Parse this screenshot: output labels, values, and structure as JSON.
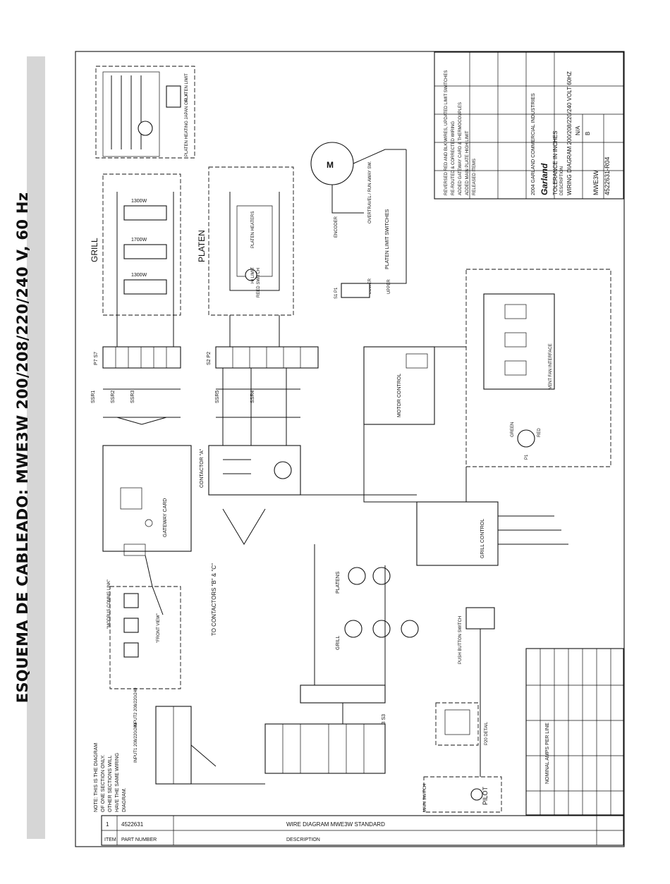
{
  "page": {
    "title": "ESQUEMA DE CABLEADO: MWE3W 200/208/220/240 V, 60 Hz"
  },
  "sections": {
    "grill": "GRILL",
    "platen": "PLATEN",
    "pilot": "PILOT",
    "grill_heater_watts": [
      "1300W",
      "1700W",
      "1300W"
    ],
    "platen_heaters": "PLATEN HEATERS",
    "reed_switch": "REED SWITCH",
    "hi_limit": "HI LIMIT",
    "platen_limit_switches": "PLATEN LIMIT SWITCHES",
    "lower": "LOWER",
    "upper": "UPPER",
    "encoder": "ENCODER",
    "overtravel": "OVERTRAVEL / RUN AWAY SW.",
    "motor_control": "MOTOR CONTROL",
    "vent_fan_interface": "VENT FAN INTERFACE",
    "platen_limit_top": "PLATEN LIMIT",
    "japan_only": "PLATEN HEATING JAPAN ONLY",
    "contactor": "CONTACTOR \"A\"",
    "gateway_card": "GATEWAY CARD",
    "grill_control": "GRILL CONTROL",
    "to_contactors": "TO CONTACTORS \"B\" & \"C\"",
    "modbus": "\"MODBUS COMMS LINK\"",
    "front_view": "\"FRONT VIEW\"",
    "push_button": "PUSH BUTTON SWITCH",
    "p20_detail": "P20 DETAIL",
    "input1": "INPUT1 208/220/240",
    "input2": "INPUT2 208/220/240",
    "main_switch": "MAIN SWITCH",
    "green": "GREEN",
    "red": "RED",
    "p1": "P1",
    "p7s7": "P7 S7",
    "s2p2": "S2 P2",
    "p3s3": "P3 S3",
    "s1p1": "S1 P1",
    "ssr": [
      "SSR1",
      "SSR2",
      "SSR3",
      "SSR5",
      "SSR4"
    ],
    "platens": "PLATENS",
    "grill_small": "GRILL"
  },
  "note": {
    "lines": [
      "NOTE: THIS IS THE DIAGRAM",
      "OF ONE SECTION ONLY.",
      "OTHER SECTIONS WILL",
      "HAVE THE SAME WIRING",
      "DIAGRAM."
    ]
  },
  "title_block": {
    "company": "2004 GARLAND COMMERCIAL INDUSTRIES",
    "logo": "Garland",
    "description_label": "DESCRIPTION",
    "description": "WIRING DIAGRAM 200/208/220/240 VOLT 60HZ",
    "model": "MWE3W",
    "drawing_number": "4522631-R04",
    "tolerance": "TOLERANCE IN INCHES",
    "scale": "N/A",
    "size": "B",
    "revisions": [
      "REVERSED RED AND BLK WIRES, UPDATED LIMIT SWITCHES",
      "RE-ROUTED & CORRECTED WIRING",
      "ADDED GATEWAY CARD & THERMOCOUPLES",
      "ADDED MAIN PLATE HIGH LIMIT",
      "RELEASED ITEMS"
    ]
  },
  "parts_list": {
    "item": "1",
    "part_number": "4522631",
    "description": "WIRE DIAGRAM MWE3W STANDARD",
    "headers": [
      "ITEM",
      "PART NUMBER",
      "DESCRIPTION"
    ],
    "amps_header": "NOMINAL AMPS PER LINE"
  }
}
